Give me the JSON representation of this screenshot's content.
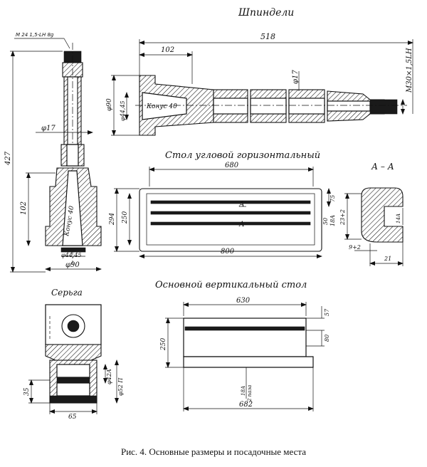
{
  "caption": "Рис. 4. Основные размеры и посадочные места",
  "spindles": {
    "title": "Шпиндели",
    "thread_spec": "M 24  1,5-LH 8g",
    "dim_total_length": "518",
    "dim_102_top": "102",
    "dim_phi17_right": "φ17",
    "dim_m30_thread": "M30×1,5LH",
    "dim_phi90": "φ90",
    "dim_phi44_45": "φ44,45",
    "cone_label_horizontal": "Конус 40",
    "dim_427": "427",
    "dim_102_left": "102",
    "dim_phi17_left": "φ17",
    "cone_label_vertical": "Конус 40",
    "dim_phi44_bottom": "φ44,45",
    "dim_phi90_bottom": "φ90"
  },
  "angle_table": {
    "title": "Стол угловой горизонтальный",
    "dim_top_width": "680",
    "dim_bottom_width": "800",
    "dim_294": "294",
    "dim_250": "250",
    "dim_75": "75",
    "dim_50": "50",
    "dim_18A": "18А",
    "section_marker": "А"
  },
  "section_aa": {
    "title": "А – А",
    "dim_23": "23+2",
    "dim_9": "9+2",
    "dim_21": "21",
    "dim_14": "14А"
  },
  "earring": {
    "title": "Серьга",
    "dim_35": "35",
    "dim_65": "65",
    "dim_phi42": "φ42А",
    "dim_phi52": "φ52 П"
  },
  "vertical_table": {
    "title": "Основной вертикальный стол",
    "dim_630": "630",
    "dim_682": "682",
    "dim_250": "250",
    "dim_57": "57",
    "dim_80": "80",
    "dim_slot": "18А",
    "slot_note": "2 паза"
  }
}
